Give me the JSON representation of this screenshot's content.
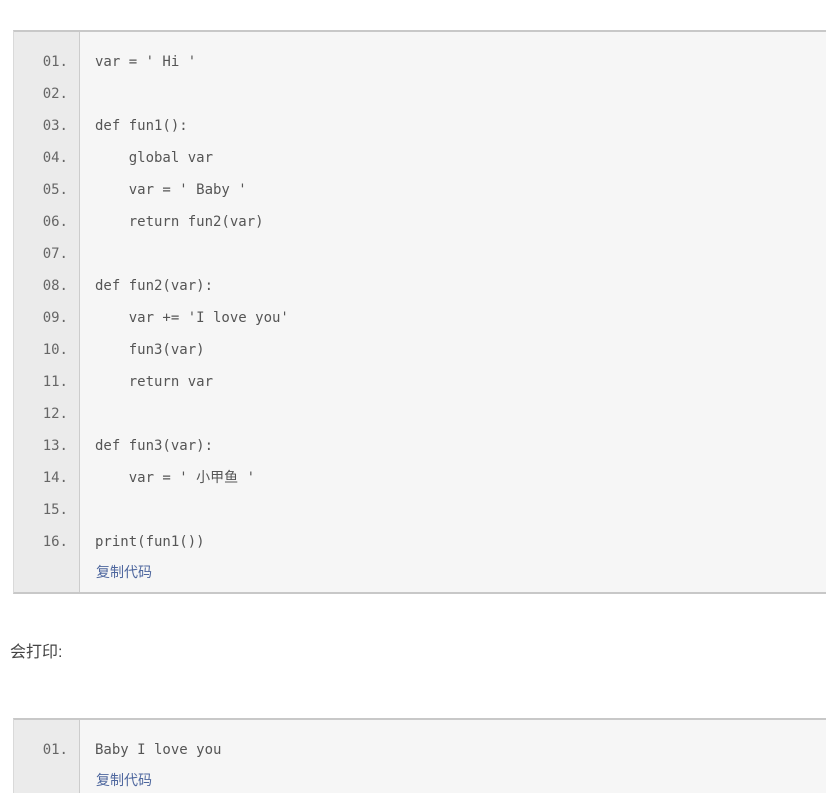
{
  "colors": {
    "page_bg": "#ffffff",
    "gutter_bg": "#ebebeb",
    "code_bg": "#f6f6f6",
    "block_border": "#c8c8c8",
    "gutter_divider": "#cccccc",
    "line_number_text": "#666666",
    "code_text": "#555555",
    "link_text": "#4e679e",
    "body_text": "#444444"
  },
  "code_block_1": {
    "lines": [
      {
        "number": "01.",
        "code": "var = ' Hi '"
      },
      {
        "number": "02.",
        "code": ""
      },
      {
        "number": "03.",
        "code": "def fun1():"
      },
      {
        "number": "04.",
        "code": "    global var"
      },
      {
        "number": "05.",
        "code": "    var = ' Baby '"
      },
      {
        "number": "06.",
        "code": "    return fun2(var)"
      },
      {
        "number": "07.",
        "code": ""
      },
      {
        "number": "08.",
        "code": "def fun2(var):"
      },
      {
        "number": "09.",
        "code": "    var += 'I love you'"
      },
      {
        "number": "10.",
        "code": "    fun3(var)"
      },
      {
        "number": "11.",
        "code": "    return var"
      },
      {
        "number": "12.",
        "code": ""
      },
      {
        "number": "13.",
        "code": "def fun3(var):"
      },
      {
        "number": "14.",
        "code": "    var = ' 小甲鱼 '"
      },
      {
        "number": "15.",
        "code": ""
      },
      {
        "number": "16.",
        "code": "print(fun1())"
      }
    ],
    "copy_link_label": "复制代码"
  },
  "between_text": "会打印:",
  "code_block_2": {
    "lines": [
      {
        "number": "01.",
        "code": "Baby I love you"
      }
    ],
    "copy_link_label": "复制代码"
  }
}
